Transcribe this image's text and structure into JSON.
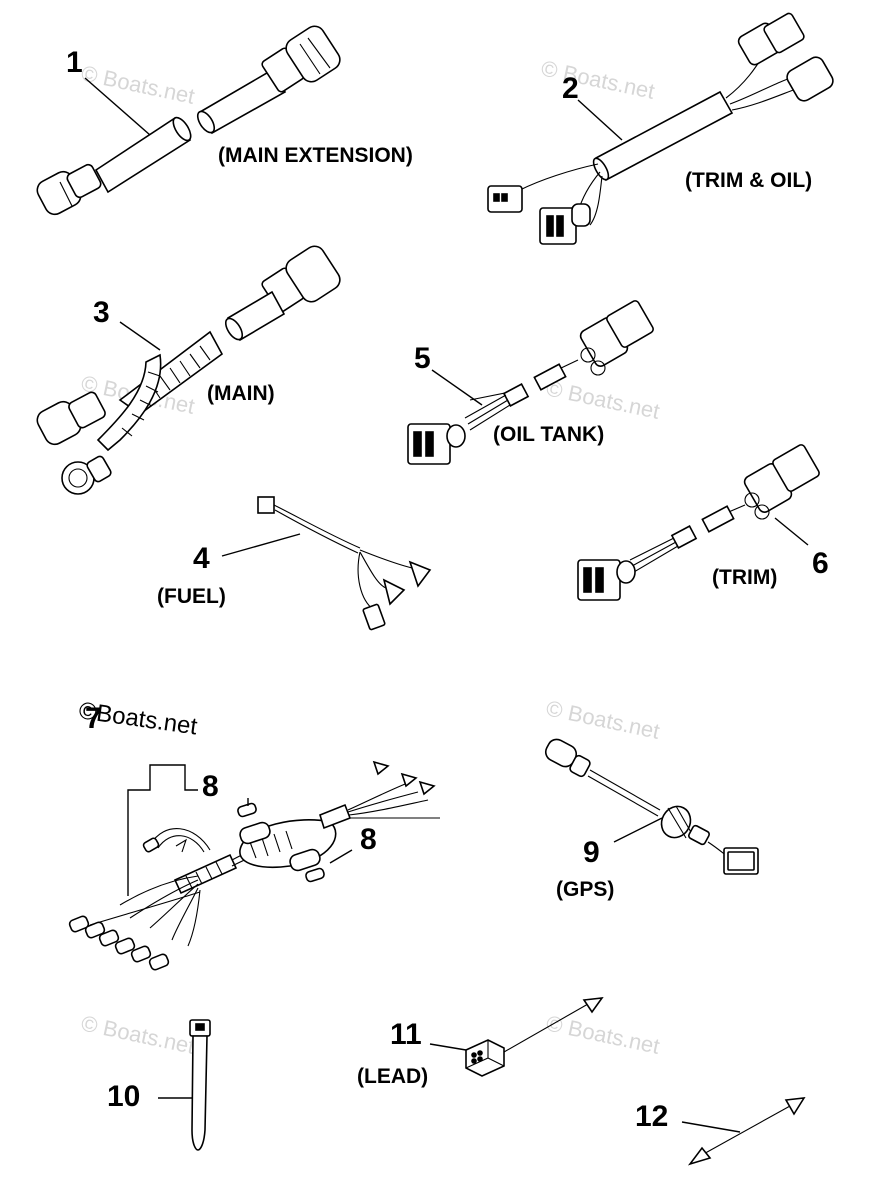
{
  "watermark": "© Boats.net",
  "watermark_main": "©Boats.net",
  "parts": [
    {
      "number": "1",
      "label": "(MAIN EXTENSION)"
    },
    {
      "number": "2",
      "label": "(TRIM & OIL)"
    },
    {
      "number": "3",
      "label": "(MAIN)"
    },
    {
      "number": "4",
      "label": "(FUEL)"
    },
    {
      "number": "5",
      "label": "(OIL TANK)"
    },
    {
      "number": "6",
      "label": "(TRIM)"
    },
    {
      "number": "7",
      "label": ""
    },
    {
      "number": "8",
      "label": ""
    },
    {
      "number": "9",
      "label": "(GPS)"
    },
    {
      "number": "10",
      "label": ""
    },
    {
      "number": "11",
      "label": "(LEAD)"
    },
    {
      "number": "12",
      "label": ""
    }
  ]
}
